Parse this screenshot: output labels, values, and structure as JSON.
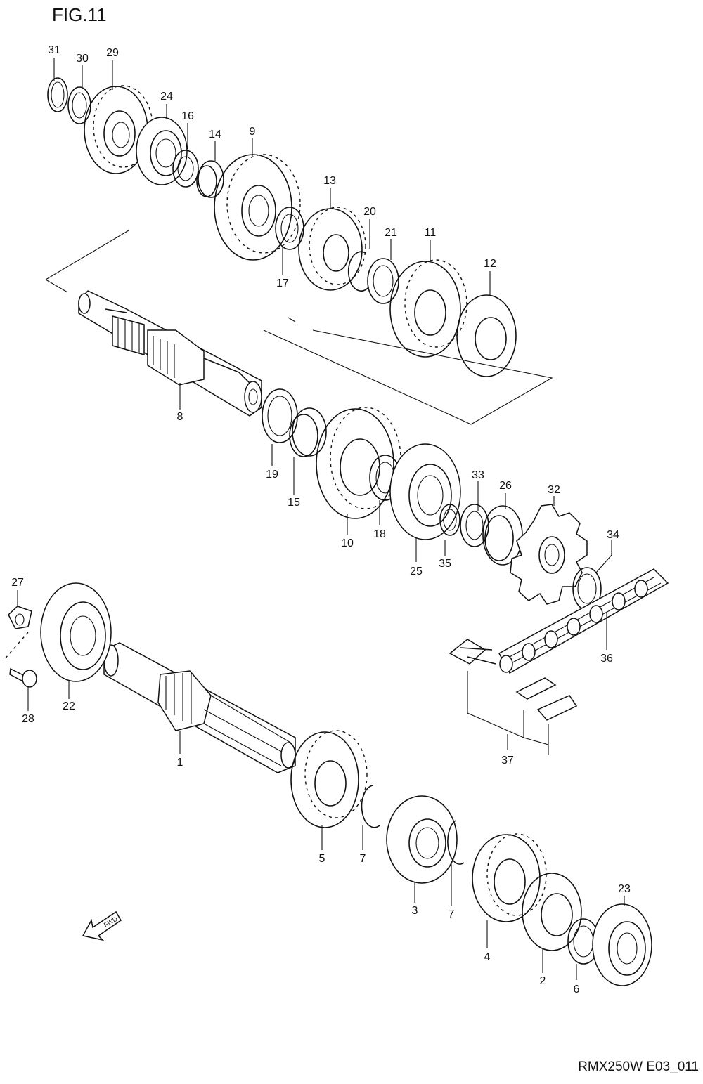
{
  "figure": {
    "title": "FIG.11",
    "code": "RMX250W E03_011",
    "fwd_label": "FWD"
  },
  "parts": [
    {
      "id": "31"
    },
    {
      "id": "30"
    },
    {
      "id": "29"
    },
    {
      "id": "24"
    },
    {
      "id": "16"
    },
    {
      "id": "14"
    },
    {
      "id": "9"
    },
    {
      "id": "13"
    },
    {
      "id": "20"
    },
    {
      "id": "21"
    },
    {
      "id": "11"
    },
    {
      "id": "17"
    },
    {
      "id": "12"
    },
    {
      "id": "8"
    },
    {
      "id": "19"
    },
    {
      "id": "15"
    },
    {
      "id": "10"
    },
    {
      "id": "18"
    },
    {
      "id": "33"
    },
    {
      "id": "26"
    },
    {
      "id": "32"
    },
    {
      "id": "25"
    },
    {
      "id": "35"
    },
    {
      "id": "34"
    },
    {
      "id": "36"
    },
    {
      "id": "27"
    },
    {
      "id": "28"
    },
    {
      "id": "22"
    },
    {
      "id": "1"
    },
    {
      "id": "37"
    },
    {
      "id": "5"
    },
    {
      "id": "7"
    },
    {
      "id": "3"
    },
    {
      "id": "7"
    },
    {
      "id": "4"
    },
    {
      "id": "23"
    },
    {
      "id": "2"
    },
    {
      "id": "6"
    }
  ]
}
